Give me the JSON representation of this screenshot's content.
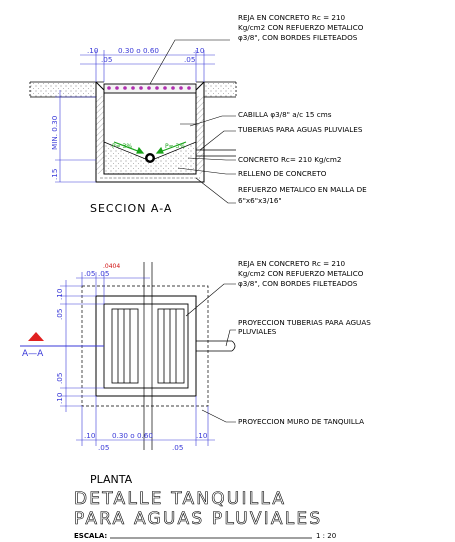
{
  "section": {
    "notes": {
      "reja_1": "REJA EN CONCRETO Rc = 210",
      "reja_2": "Kg/cm2 CON REFUERZO METALICO",
      "reja_3": "φ3/8\", CON BORDES FILETEADOS",
      "cabilla": "CABILLA φ3/8\" a/c 15 cms",
      "tuberias": "TUBERIAS PARA AGUAS PLUVIALES",
      "concreto": "CONCRETO Rc= 210 Kg/cm2",
      "relleno": "RELLENO DE CONCRETO",
      "malla_1": "REFUERZO METALICO EN MALLA DE",
      "malla_2": "6\"x6\"x3/16\""
    },
    "dims": {
      "top_left": ".10",
      "top_mid": "0.30 o 0.60",
      "top_right": ".10",
      "sub_left": ".05",
      "sub_right": ".05",
      "v_min": "MIN. 0.30",
      "v_base": ".15"
    },
    "slopes": {
      "left": "P= 3%",
      "right": "P= 3%"
    },
    "title": "SECCION A-A"
  },
  "plan": {
    "notes": {
      "reja_1": "REJA EN CONCRETO Rc = 210",
      "reja_2": "Kg/cm2 CON REFUERZO METALICO",
      "reja_3": "φ3/8\", CON BORDES FILETEADOS",
      "proy_tub_1": "PROYECCION TUBERIAS PARA AGUAS",
      "proy_tub_2": "PLUVIALES",
      "proy_muro": "PROYECCION MURO DE TANQUILLA"
    },
    "dims": {
      "top_0404": ".0404",
      "top_05a": ".05",
      "top_05b": ".05",
      "left_10a": ".10",
      "left_05a": ".05",
      "left_05b": ".05",
      "left_10b": ".10",
      "bot_10a": ".10",
      "bot_mid": "0.30 o 0.60",
      "bot_10b": ".10",
      "bot_05a": ".05",
      "bot_05b": ".05"
    },
    "cut_marker": "A—A",
    "title": "PLANTA"
  },
  "footer": {
    "title_1": "DETALLE TANQUILLA",
    "title_2": "PARA AGUAS PLUVIALES",
    "scale_label": "ESCALA:",
    "scale_value": "1 : 20"
  }
}
